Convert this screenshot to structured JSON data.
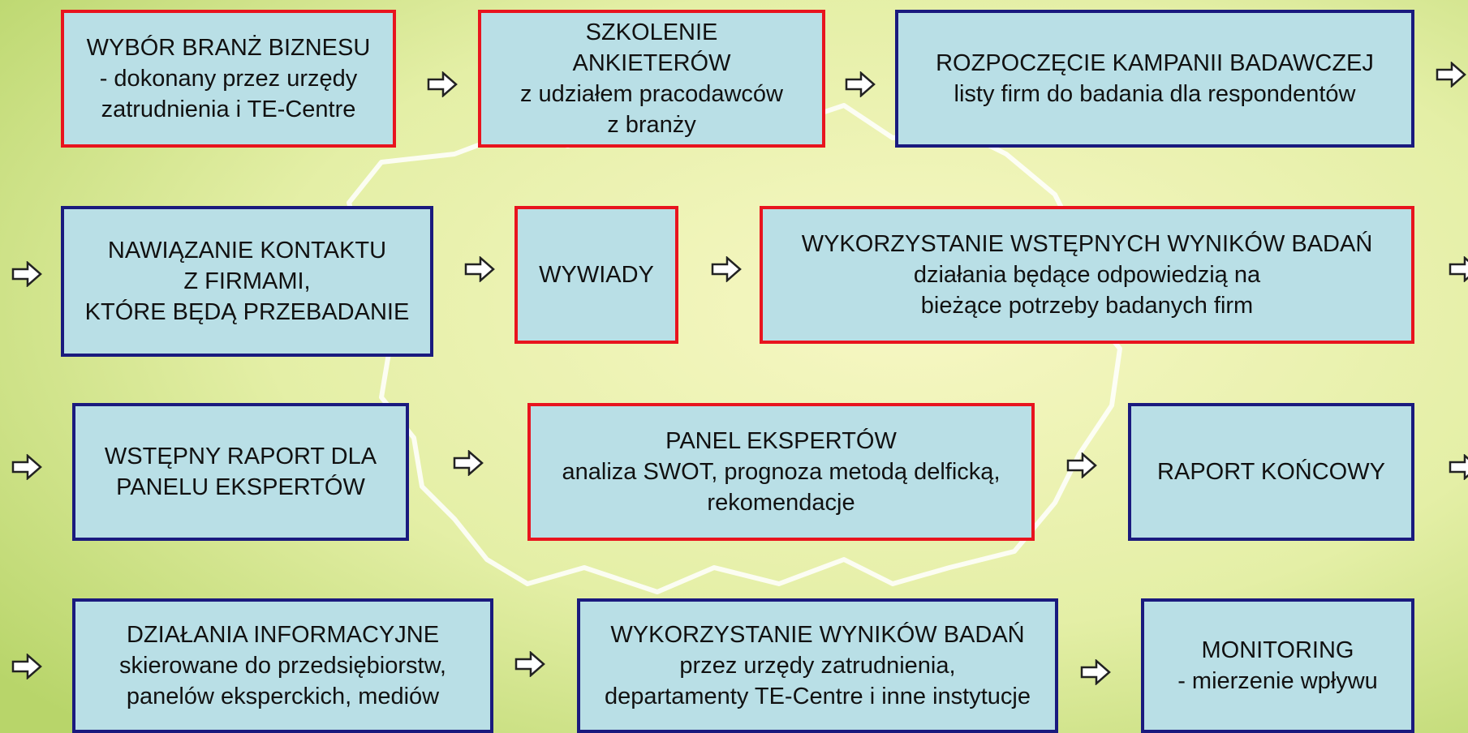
{
  "colors": {
    "box_fill": "#b9dfe6",
    "border_red": "#e8141e",
    "border_navy": "#1a1a7e",
    "background": "#d9ea9a"
  },
  "steps": {
    "s1": {
      "lines": [
        "WYBÓR BRANŻ BIZNESU",
        "- dokonany przez urzędy",
        "zatrudnienia i TE-Centre"
      ]
    },
    "s2": {
      "lines": [
        "SZKOLENIE",
        "ANKIETERÓW",
        "z udziałem pracodawców",
        "z branży"
      ]
    },
    "s3": {
      "lines": [
        "ROZPOCZĘCIE KAMPANII BADAWCZEJ",
        "listy firm do badania dla respondentów"
      ]
    },
    "s4": {
      "lines": [
        "NAWIĄZANIE KONTAKTU",
        "Z FIRMAMI,",
        "KTÓRE BĘDĄ PRZEBADANIE"
      ]
    },
    "s5": {
      "lines": [
        "WYWIADY"
      ]
    },
    "s6": {
      "lines": [
        "WYKORZYSTANIE WSTĘPNYCH WYNIKÓW BADAŃ",
        "działania będące odpowiedzią na",
        "bieżące potrzeby badanych firm"
      ]
    },
    "s7": {
      "lines": [
        "WSTĘPNY RAPORT DLA",
        "PANELU EKSPERTÓW"
      ]
    },
    "s8": {
      "lines": [
        "PANEL EKSPERTÓW",
        "analiza SWOT, prognoza metodą delficką,",
        "rekomendacje"
      ]
    },
    "s9": {
      "lines": [
        "RAPORT KOŃCOWY"
      ]
    },
    "s10": {
      "lines": [
        "DZIAŁANIA INFORMACYJNE",
        "skierowane do przedsiębiorstw,",
        "panelów eksperckich, mediów"
      ]
    },
    "s11": {
      "lines": [
        "WYKORZYSTANIE WYNIKÓW BADAŃ",
        "przez urzędy zatrudnienia,",
        "departamenty TE-Centre i inne instytucje"
      ]
    },
    "s12": {
      "lines": [
        "MONITORING",
        "- mierzenie wpływu"
      ]
    }
  }
}
